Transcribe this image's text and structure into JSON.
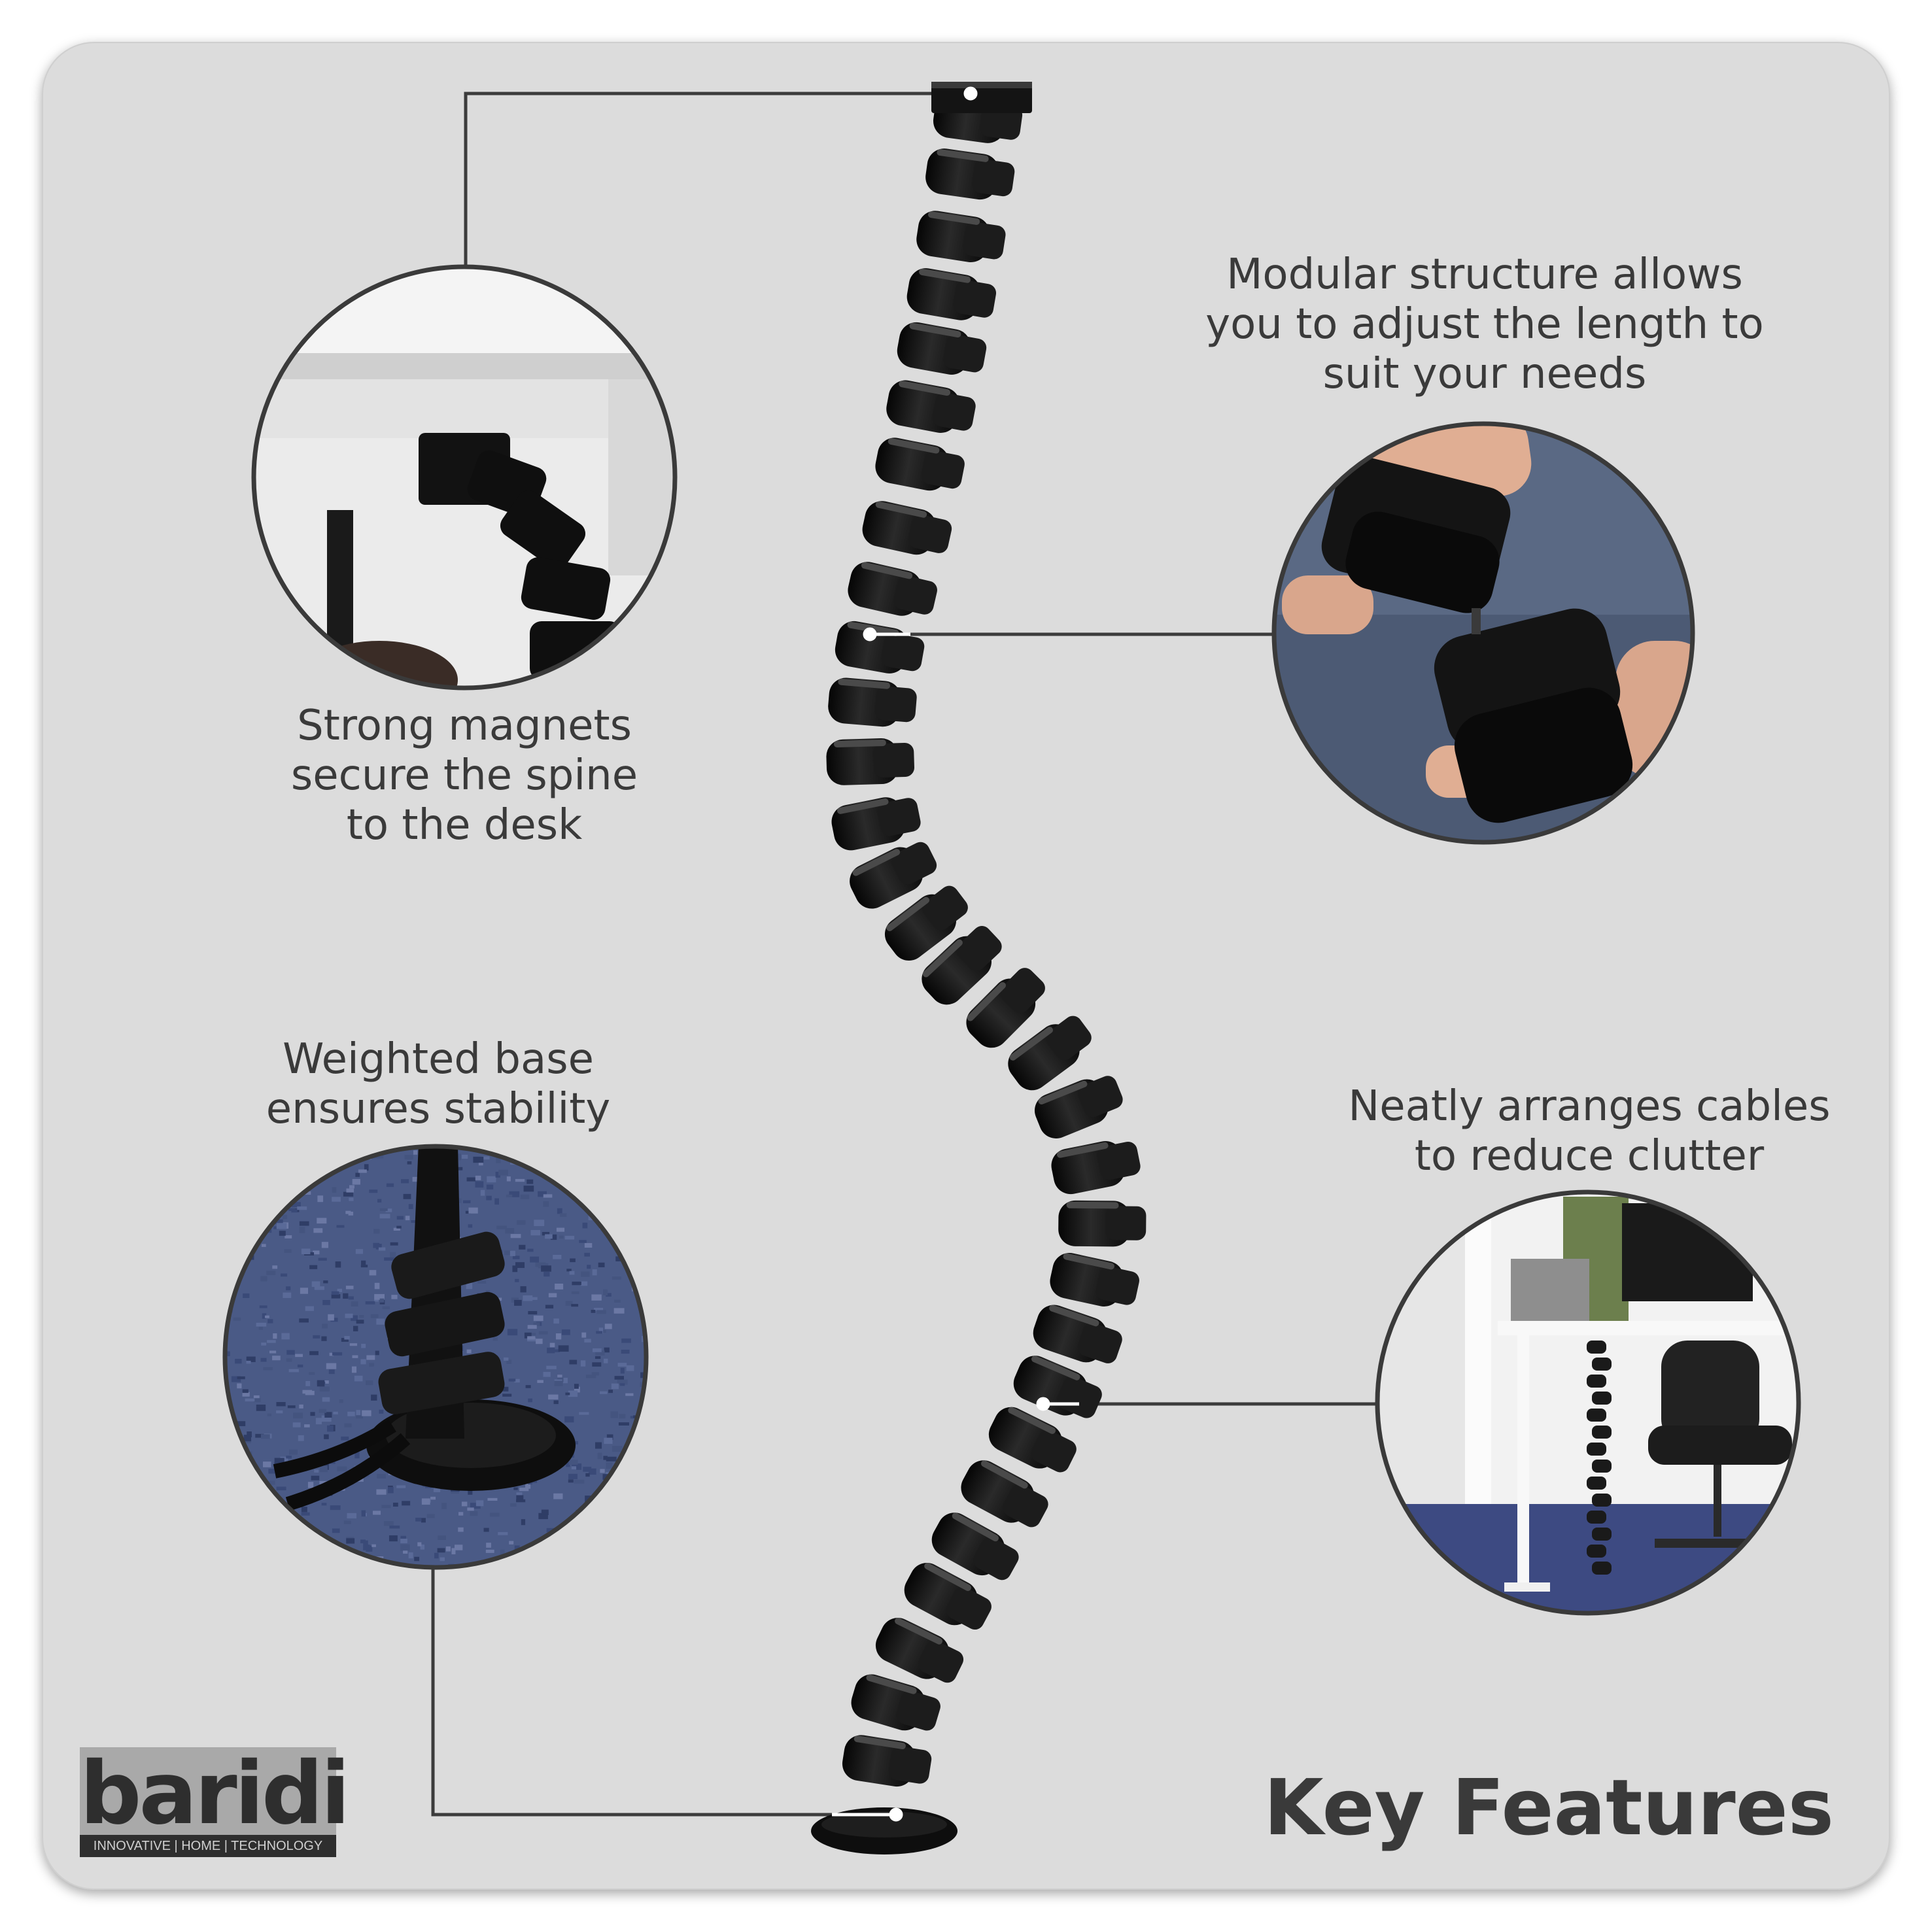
{
  "brand": {
    "name": "baridi",
    "tagline": "INNOVATIVE | HOME | TECHNOLOGY"
  },
  "title": "Key Features",
  "features": [
    {
      "id": "magnets",
      "lines": [
        "Strong magnets",
        "secure the spine",
        "to the desk"
      ]
    },
    {
      "id": "modular",
      "lines": [
        "Modular structure allows",
        "you to adjust the length to",
        "suit your needs"
      ]
    },
    {
      "id": "base",
      "lines": [
        "Weighted base",
        "ensures stability"
      ]
    },
    {
      "id": "cables",
      "lines": [
        "Neatly arranges cables",
        "to reduce clutter"
      ]
    }
  ],
  "colors": {
    "background": "#dcdcdc",
    "text": "#3a3a3a",
    "spine": "#111111",
    "connector_line": "#3c3c3c"
  }
}
